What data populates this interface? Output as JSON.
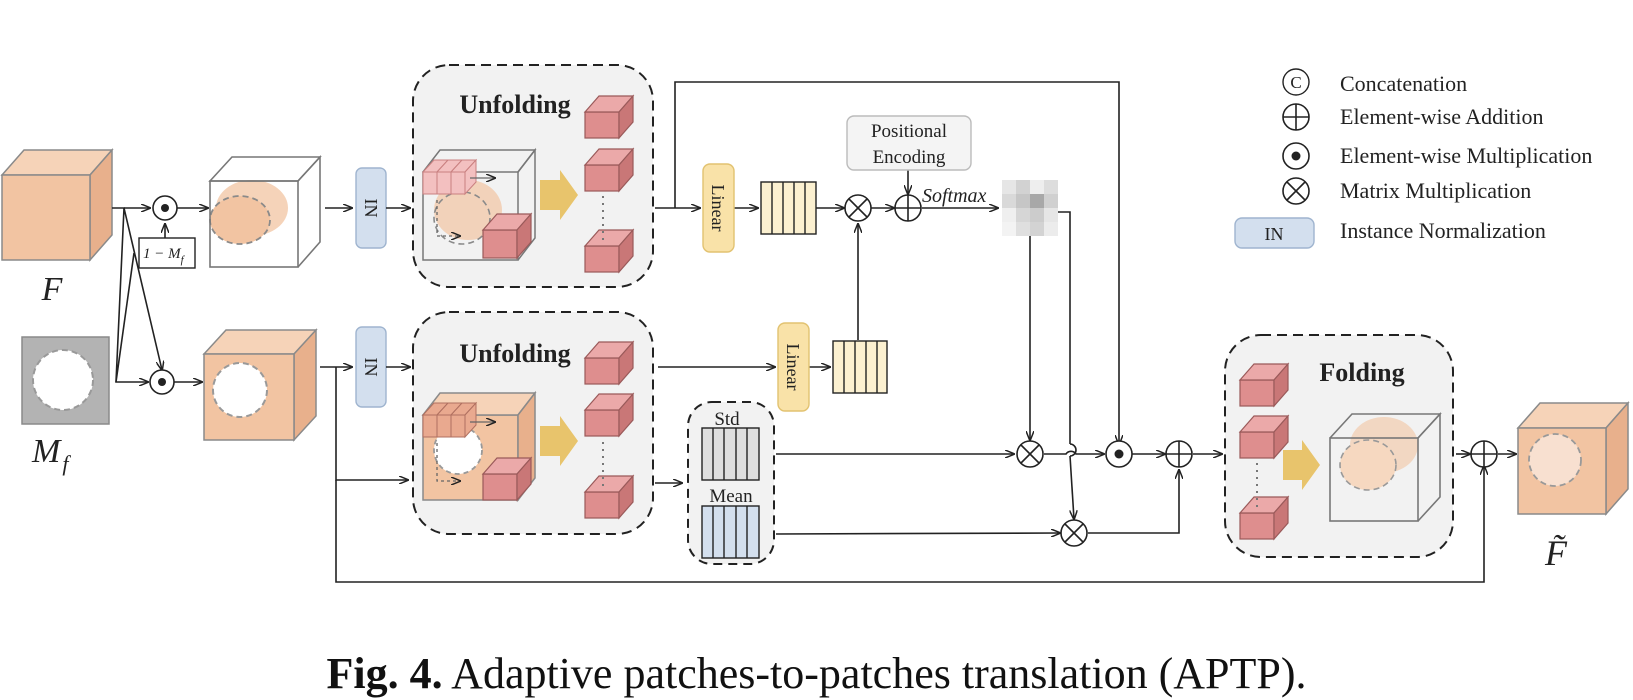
{
  "inputs": {
    "feature": "F",
    "mask": "M",
    "mask_subscript": "f",
    "inverse_mask_prefix": "1 − M",
    "inverse_mask_subscript": "f",
    "output": "F̃"
  },
  "blocks": {
    "unfolding_top": "Unfolding",
    "unfolding_bottom": "Unfolding",
    "folding": "Folding",
    "in_top": "IN",
    "in_bottom": "IN",
    "linear_top": "Linear",
    "linear_bottom": "Linear",
    "positional_line1": "Positional",
    "positional_line2": "Encoding",
    "softmax": "Softmax",
    "std": "Std",
    "mean": "Mean"
  },
  "legend": [
    {
      "symbol": "concat",
      "label": "Concatenation"
    },
    {
      "symbol": "add",
      "label": "Element-wise Addition"
    },
    {
      "symbol": "mul",
      "label": "Element-wise Multiplication"
    },
    {
      "symbol": "matmul",
      "label": "Matrix Multiplication"
    },
    {
      "symbol": "in",
      "symbol_text": "IN",
      "label": "Instance Normalization"
    }
  ],
  "caption": {
    "prefix": "Fig. 4.",
    "text": " Adaptive patches-to-patches translation (APTP)."
  },
  "colors": {
    "feature_fill": "#f2c4a2",
    "patch_pink": "#de8e8e",
    "block_bg": "#f2f2f2",
    "in_blue": "#d3dfee",
    "linear_yellow": "#f9e2a8",
    "token_cream": "#fbf0d0",
    "mask_gray": "#b3b3b3",
    "arrow_gold": "#e8c46c"
  }
}
